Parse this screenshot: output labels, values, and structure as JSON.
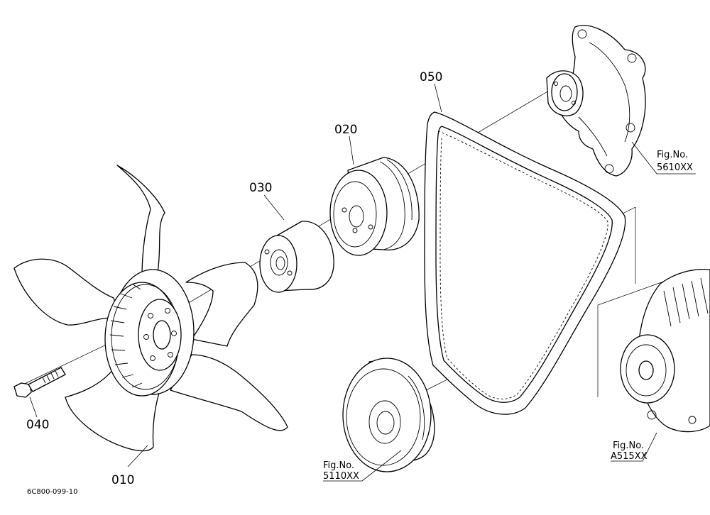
{
  "parts": [
    {
      "ref": "010"
    },
    {
      "ref": "020"
    },
    {
      "ref": "030"
    },
    {
      "ref": "040"
    },
    {
      "ref": "050"
    }
  ],
  "figure_refs": [
    {
      "prefix": "Fig.No.",
      "number": "5610XX"
    },
    {
      "prefix": "Fig.No.",
      "number": "5110XX"
    },
    {
      "prefix": "Fig.No.",
      "number": "A515XX"
    }
  ],
  "drawing_code": "6C800-099-10"
}
